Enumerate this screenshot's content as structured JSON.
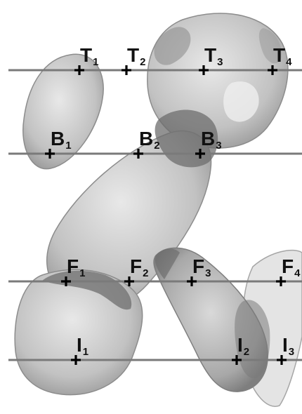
{
  "figure": {
    "colors": {
      "line": "#7a7a7a",
      "marker": "#000000",
      "label": "#111111",
      "stone": "#c4c4c4",
      "stone_dark": "#8c8c8c",
      "stone_light": "#e6e6e6",
      "overlap": "#6f6f6f"
    },
    "rows": [
      {
        "id": "T",
        "markers": [
          {
            "letter": "T",
            "index": "1"
          },
          {
            "letter": "T",
            "index": "2"
          },
          {
            "letter": "T",
            "index": "3"
          },
          {
            "letter": "T",
            "index": "4"
          }
        ]
      },
      {
        "id": "B",
        "markers": [
          {
            "letter": "B",
            "index": "1"
          },
          {
            "letter": "B",
            "index": "2"
          },
          {
            "letter": "B",
            "index": "3"
          }
        ]
      },
      {
        "id": "F",
        "markers": [
          {
            "letter": "F",
            "index": "1"
          },
          {
            "letter": "F",
            "index": "2"
          },
          {
            "letter": "F",
            "index": "3"
          },
          {
            "letter": "F",
            "index": "4"
          }
        ]
      },
      {
        "id": "I",
        "markers": [
          {
            "letter": "I",
            "index": "1"
          },
          {
            "letter": "I",
            "index": "2"
          },
          {
            "letter": "I",
            "index": "3"
          }
        ]
      }
    ]
  }
}
